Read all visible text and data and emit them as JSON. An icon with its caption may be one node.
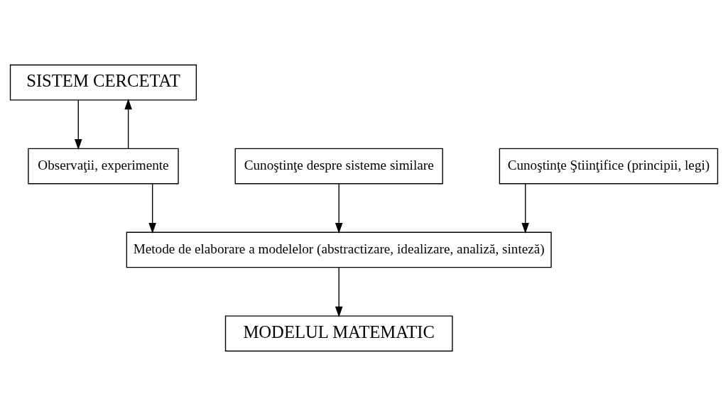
{
  "diagram": {
    "nodes": [
      {
        "text": [
          "SISTEM CERCETAT"
        ]
      },
      {
        "text": [
          "Cunoştinţe despre sisteme similare"
        ]
      },
      {
        "text": [
          "Observaţii, experimente"
        ]
      },
      {
        "text": [
          "Cunoştinţe Ştiinţifice (principii, legi)"
        ]
      },
      {
        "text": [
          "Metode de elaborare a modelelor (abstractizare, idealizare, analiză, sinteză)"
        ]
      },
      {
        "text": [
          "MODELUL MATEMATIC"
        ]
      }
    ],
    "edges": [
      {
        "from": 0,
        "to": 2,
        "arrow": "to"
      },
      {
        "from": 2,
        "to": 0,
        "arrow": "to"
      },
      {
        "from": 1,
        "to": 4,
        "arrow": "to"
      },
      {
        "from": 2,
        "to": 4,
        "arrow": "to"
      },
      {
        "from": 3,
        "to": 4,
        "arrow": "to"
      },
      {
        "from": 4,
        "to": 5,
        "arrow": "to"
      }
    ]
  }
}
